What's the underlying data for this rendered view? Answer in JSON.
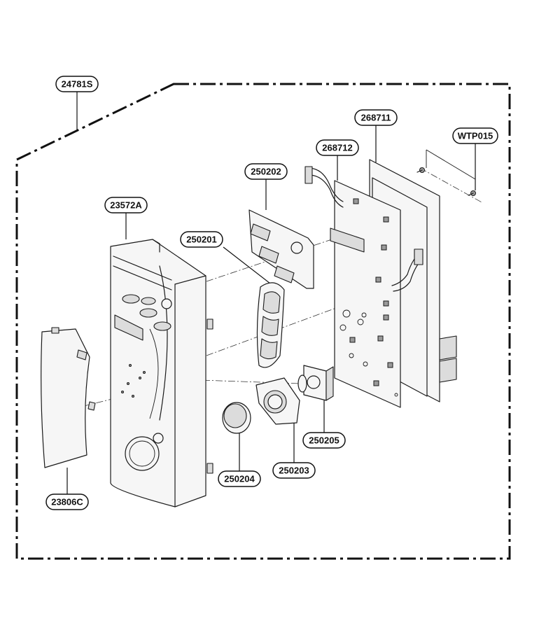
{
  "callouts": [
    {
      "key": "c24781S",
      "label": "24781S"
    },
    {
      "key": "c268711",
      "label": "268711"
    },
    {
      "key": "cWTP015",
      "label": "WTP015"
    },
    {
      "key": "c268712",
      "label": "268712"
    },
    {
      "key": "c250202",
      "label": "250202"
    },
    {
      "key": "c23572A",
      "label": "23572A"
    },
    {
      "key": "c250201",
      "label": "250201"
    },
    {
      "key": "c250205",
      "label": "250205"
    },
    {
      "key": "c250204",
      "label": "250204"
    },
    {
      "key": "c250203",
      "label": "250203"
    },
    {
      "key": "c23806C",
      "label": "23806C"
    }
  ]
}
